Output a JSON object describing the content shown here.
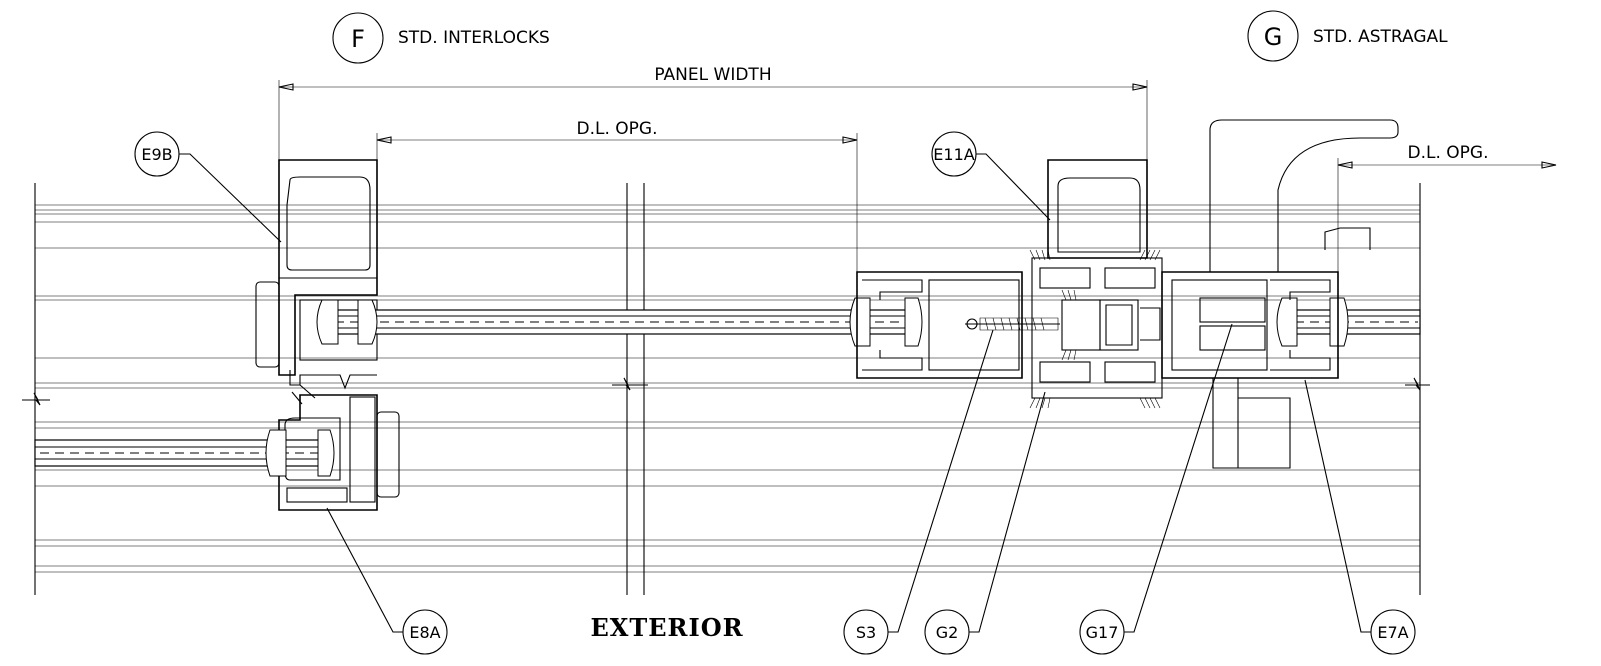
{
  "sections": {
    "interlock": {
      "letter": "F",
      "title": "STD. INTERLOCKS"
    },
    "astragal": {
      "letter": "G",
      "title": "STD. ASTRAGAL"
    }
  },
  "dimensions": {
    "panel_width": "PANEL WIDTH",
    "dl_opening_left": "D.L. OPG.",
    "dl_opening_right": "D.L. OPG."
  },
  "callouts": {
    "e9b": "E9B",
    "e11a": "E11A",
    "e8a": "E8A",
    "s3": "S3",
    "g2": "G2",
    "g17": "G17",
    "e7a": "E7A"
  },
  "exterior_label": "EXTERIOR"
}
